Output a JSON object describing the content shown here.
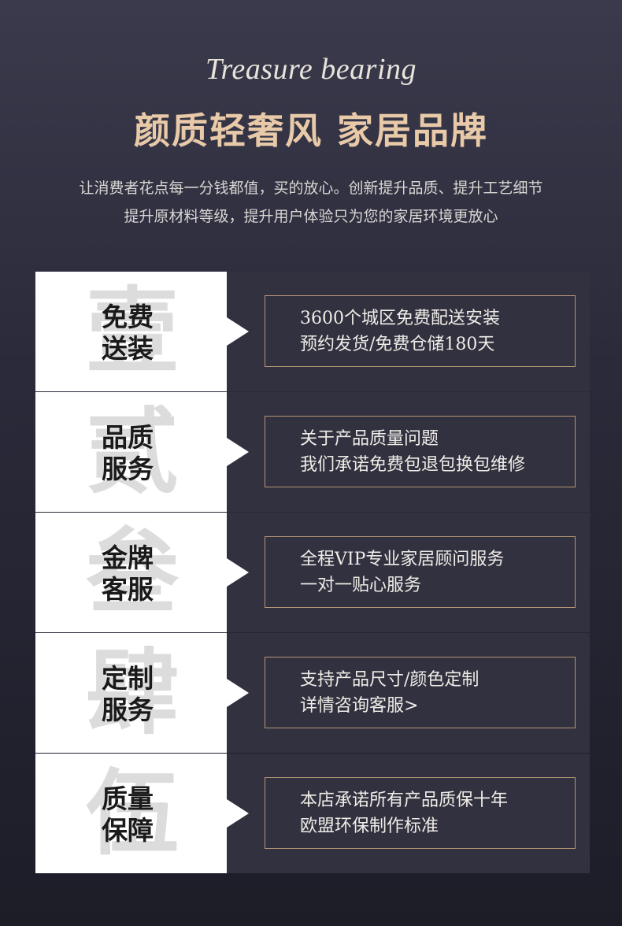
{
  "header": {
    "title_en": "Treasure bearing",
    "title_cn": "颜质轻奢风 家居品牌",
    "desc_line1": "让消费者花点每一分钱都值，买的放心。创新提升品质、提升工艺细节",
    "desc_line2": "提升原材料等级，提升用户体验只为您的家居环境更放心"
  },
  "features": [
    {
      "bg_char": "壹",
      "title_line1": "免费",
      "title_line2": "送装",
      "line1": "3600个城区免费配送安装",
      "line2": "预约发货/免费仓储180天"
    },
    {
      "bg_char": "贰",
      "title_line1": "品质",
      "title_line2": "服务",
      "line1": "关于产品质量问题",
      "line2": "我们承诺免费包退包换包维修"
    },
    {
      "bg_char": "叁",
      "title_line1": "金牌",
      "title_line2": "客服",
      "line1": "全程VIP专业家居顾问服务",
      "line2": "一对一贴心服务"
    },
    {
      "bg_char": "肆",
      "title_line1": "定制",
      "title_line2": "服务",
      "line1": "支持产品尺寸/颜色定制",
      "line2": "详情咨询客服>"
    },
    {
      "bg_char": "伍",
      "title_line1": "质量",
      "title_line2": "保障",
      "line1": "本店承诺所有产品质保十年",
      "line2": "欧盟环保制作标准"
    }
  ]
}
